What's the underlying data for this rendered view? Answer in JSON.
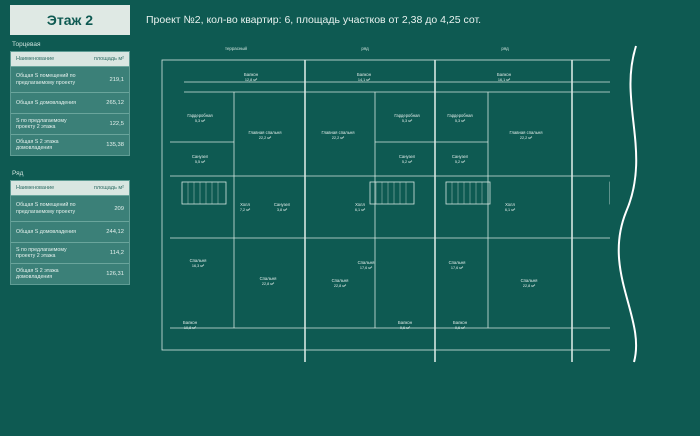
{
  "floor": {
    "title": "Этаж 2"
  },
  "header": {
    "title": "Проект №2, кол-во квартир: 6, площадь участков от 2,38 до 4,25 сот."
  },
  "sections": [
    {
      "label": "Торцевая",
      "col_name": "Наименование",
      "col_area": "площадь м²",
      "rows": [
        {
          "label": "Общая S помещений по предлагаемому проекту",
          "value": "219,1"
        },
        {
          "label": "Общая S домовладения",
          "value": "265,12"
        },
        {
          "label": "S по предлагаемому проекту 2 этажа",
          "value": "122,5"
        },
        {
          "label": "Общая S 2 этажа домовладения",
          "value": "135,38"
        }
      ]
    },
    {
      "label": "Ряд",
      "col_name": "Наименование",
      "col_area": "площадь м²",
      "rows": [
        {
          "label": "Общая S помещений по предлагаемому проекту",
          "value": "209"
        },
        {
          "label": "Общая S домовладения",
          "value": "244,12"
        },
        {
          "label": "S по предлагаемому проекту 2 этажа",
          "value": "114,2"
        },
        {
          "label": "Общая S 2 этажа домовладения",
          "value": "126,31"
        }
      ]
    }
  ],
  "plan": {
    "terraces": [
      "террасный",
      "ряд",
      "ряд"
    ],
    "rooms": [
      {
        "name": "Балкон",
        "area": "12,8 м²"
      },
      {
        "name": "Балкон",
        "area": "14,1 м²"
      },
      {
        "name": "Балкон",
        "area": "16,1 м²"
      },
      {
        "name": "Гардеробная",
        "area": "5,3 м²"
      },
      {
        "name": "Главная спальня",
        "area": "22,2 м²"
      },
      {
        "name": "Главная спальня",
        "area": "22,2 м²"
      },
      {
        "name": "Гардеробная",
        "area": "5,3 м²"
      },
      {
        "name": "Гардеробная",
        "area": "5,3 м²"
      },
      {
        "name": "Главная спальня",
        "area": "22,2 м²"
      },
      {
        "name": "Санузел",
        "area": "5,5 м²"
      },
      {
        "name": "Санузел",
        "area": "5,2 м²"
      },
      {
        "name": "Санузел",
        "area": "5,2 м²"
      },
      {
        "name": "Холл",
        "area": "7,2 м²"
      },
      {
        "name": "Санузел",
        "area": "3,8 м²"
      },
      {
        "name": "Холл",
        "area": "6,1 м²"
      },
      {
        "name": "Холл",
        "area": "6,1 м²"
      },
      {
        "name": "Спальня",
        "area": "16,3 м²"
      },
      {
        "name": "Спальня",
        "area": "22,8 м²"
      },
      {
        "name": "Спальня",
        "area": "17,6 м²"
      },
      {
        "name": "Спальня",
        "area": "22,8 м²"
      },
      {
        "name": "Спальня",
        "area": "17,6 м²"
      },
      {
        "name": "Спальня",
        "area": "22,8 м²"
      },
      {
        "name": "Балкон",
        "area": "10,8 м²"
      },
      {
        "name": "Балкон",
        "area": "9,6 м²"
      },
      {
        "name": "Балкон",
        "area": "9,6 м²"
      }
    ]
  }
}
